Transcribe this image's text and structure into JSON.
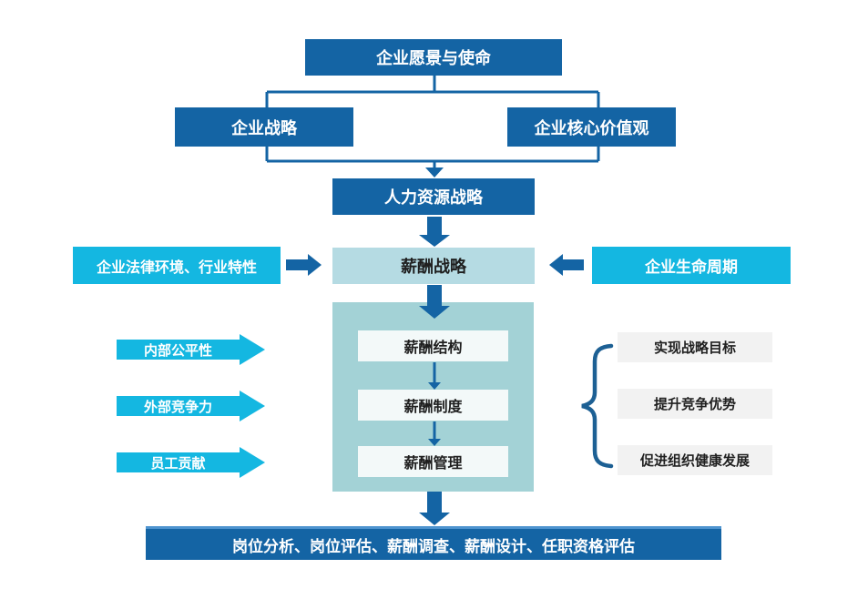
{
  "colors": {
    "dark_blue": "#1464a4",
    "cyan": "#14b7e1",
    "teal": "#a3d2d6",
    "strategy_bg": "#b5dbe3",
    "inner_bg": "#f3f9f9",
    "outcome_bg": "#f2f2f2",
    "bracket": "#1d6094",
    "text_dark": "#1f1f1f",
    "text_light": "#ffffff",
    "bottom_highlight": "#4e94cf"
  },
  "nodes": {
    "vision": "企业愿景与使命",
    "corp_strategy": "企业战略",
    "core_values": "企业核心价值观",
    "hr_strategy": "人力资源战略",
    "comp_strategy": "薪酬战略",
    "legal_env": "企业法律环境、行业特性",
    "life_cycle": "企业生命周期",
    "pillars": [
      "薪酬结构",
      "薪酬制度",
      "薪酬管理"
    ],
    "factors": [
      "内部公平性",
      "外部竞争力",
      "员工贡献"
    ],
    "outcomes": [
      "实现战略目标",
      "提升竞争优势",
      "促进组织健康发展"
    ],
    "foundation": "岗位分析、岗位评估、薪酬调查、薪酬设计、任职资格评估"
  }
}
